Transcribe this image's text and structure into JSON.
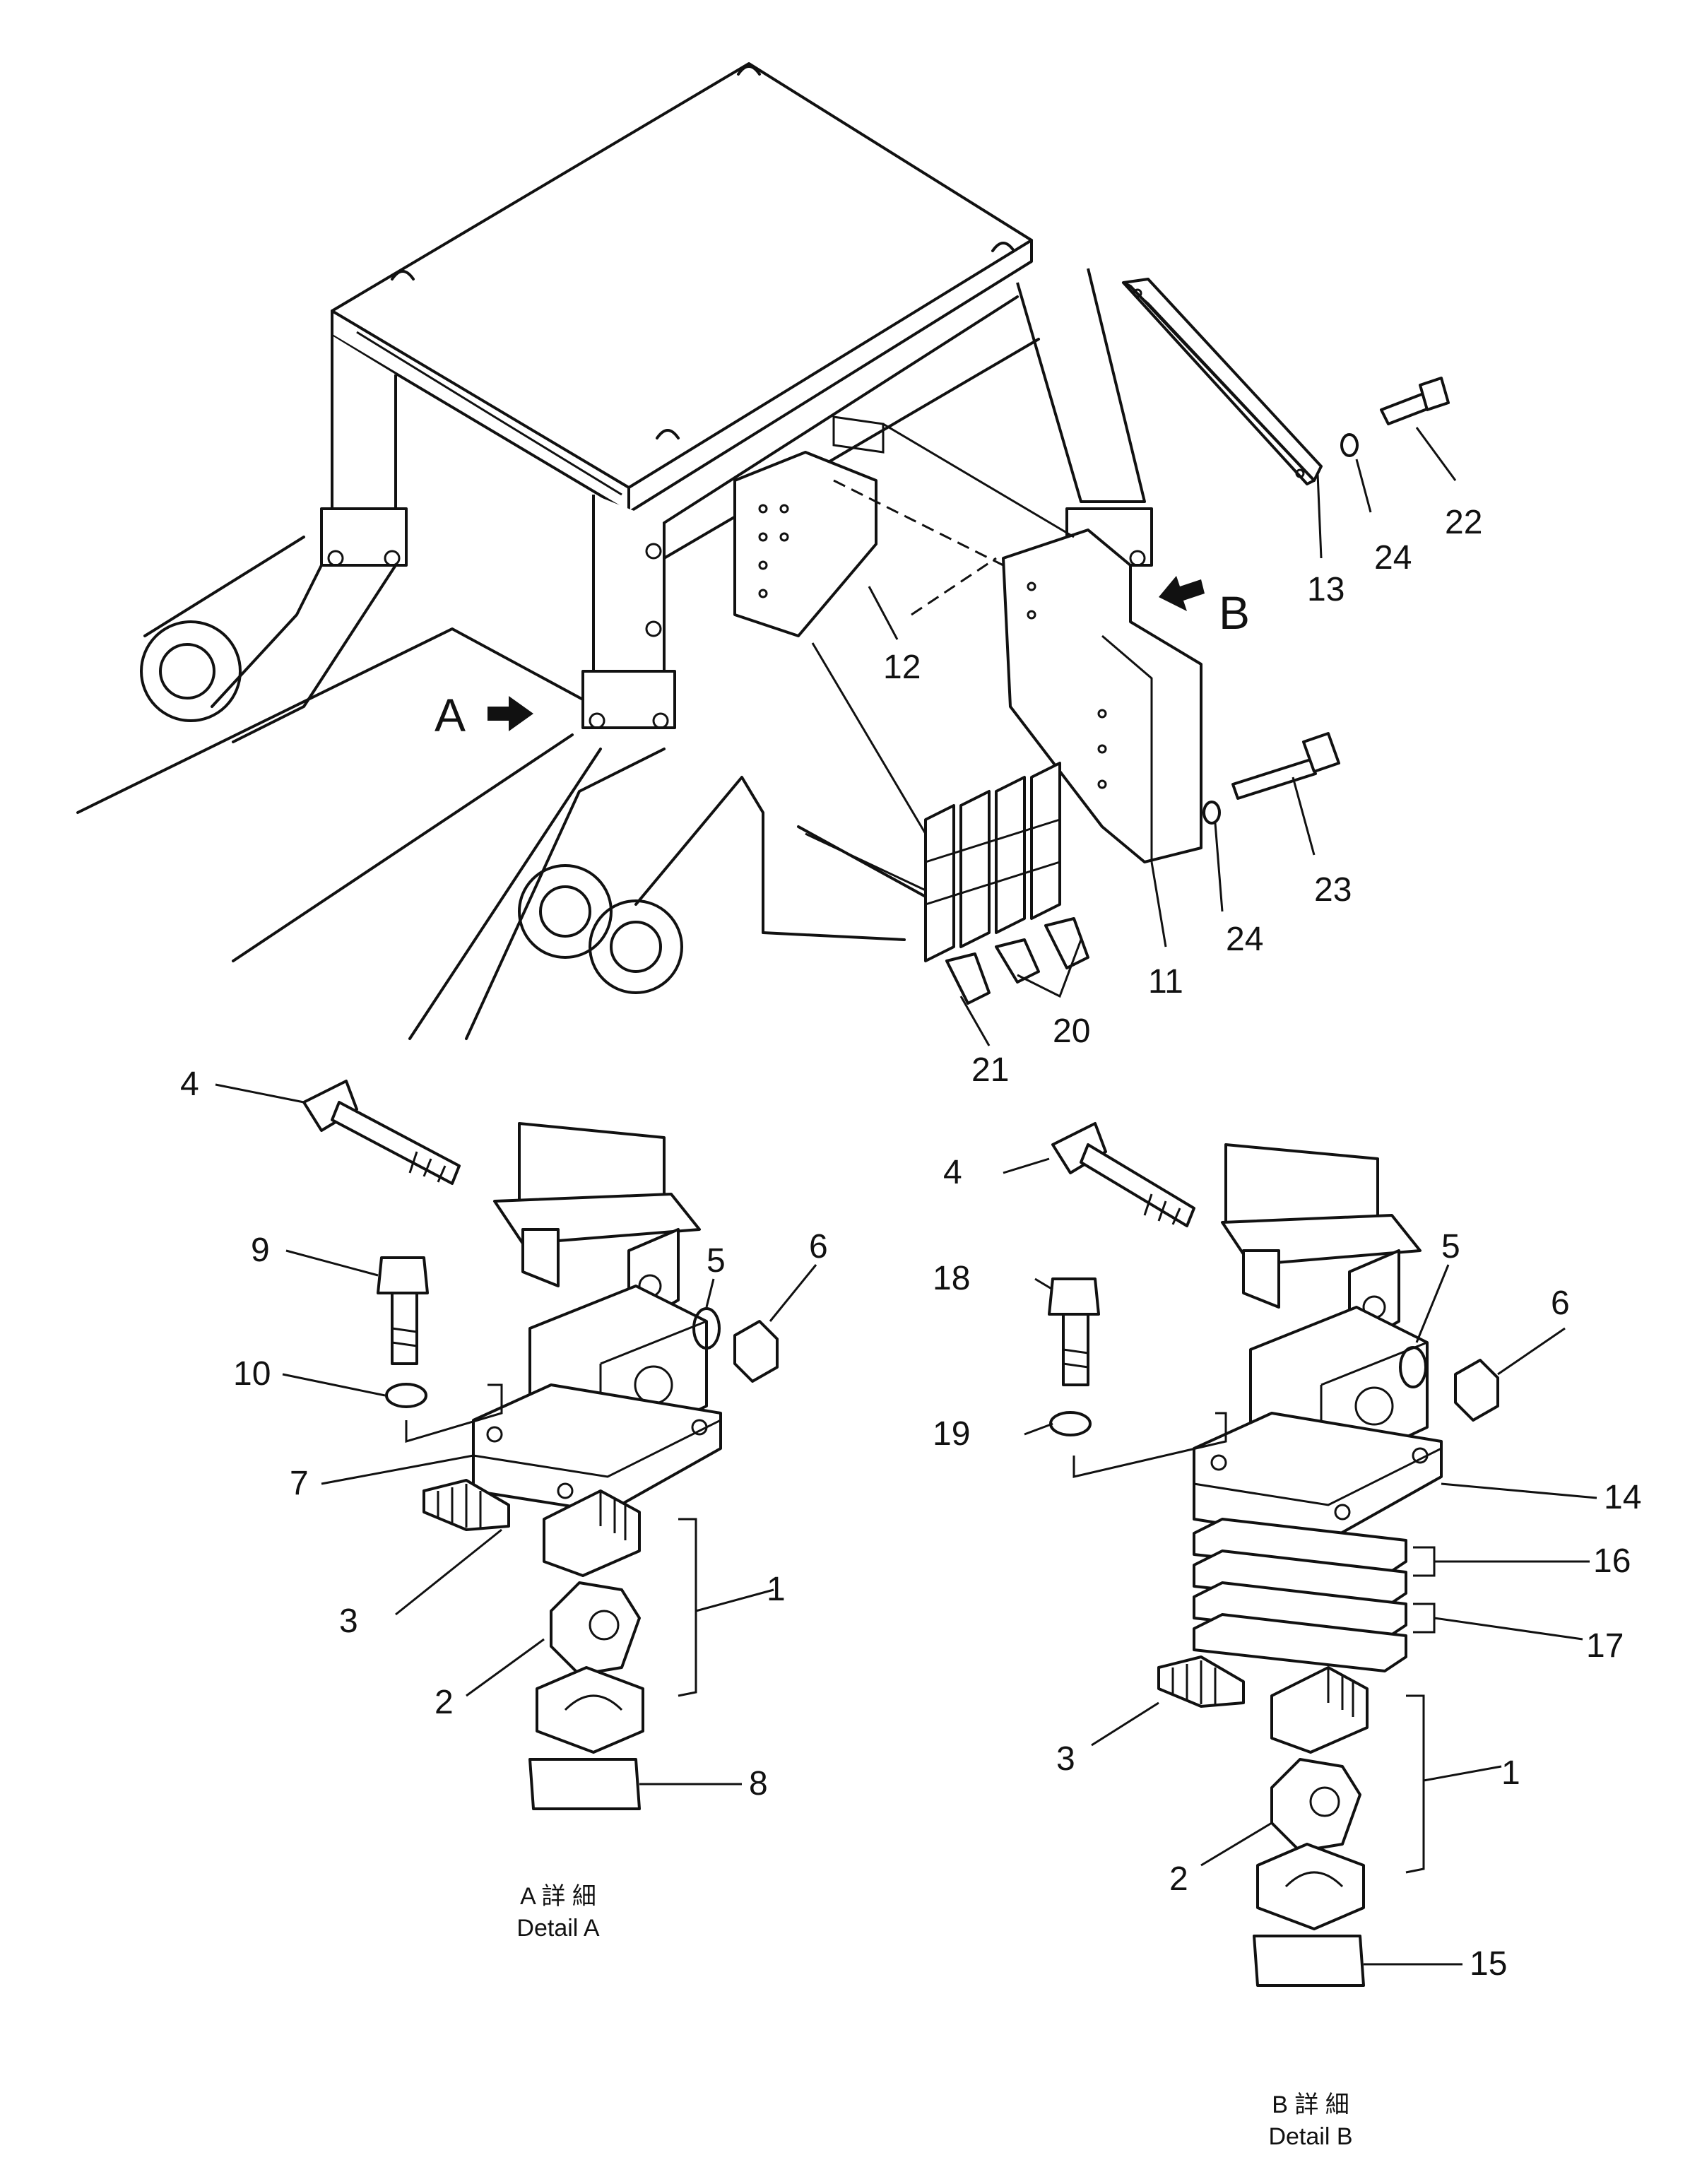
{
  "parts": {
    "p1": "1",
    "p2": "2",
    "p3": "3",
    "p4": "4",
    "p5": "5",
    "p6": "6",
    "p7": "7",
    "p8": "8",
    "p9": "9",
    "p10": "10",
    "p11": "11",
    "p12": "12",
    "p13": "13",
    "p14": "14",
    "p15": "15",
    "p16": "16",
    "p17": "17",
    "p18": "18",
    "p19": "19",
    "p20": "20",
    "p21": "21",
    "p22": "22",
    "p23": "23",
    "p24": "24"
  },
  "view_markers": {
    "a": "A",
    "b": "B"
  },
  "details": {
    "a_jp": "A 詳 細",
    "a_en": "Detail A",
    "b_jp": "B 詳 細",
    "b_en": "Detail B"
  }
}
